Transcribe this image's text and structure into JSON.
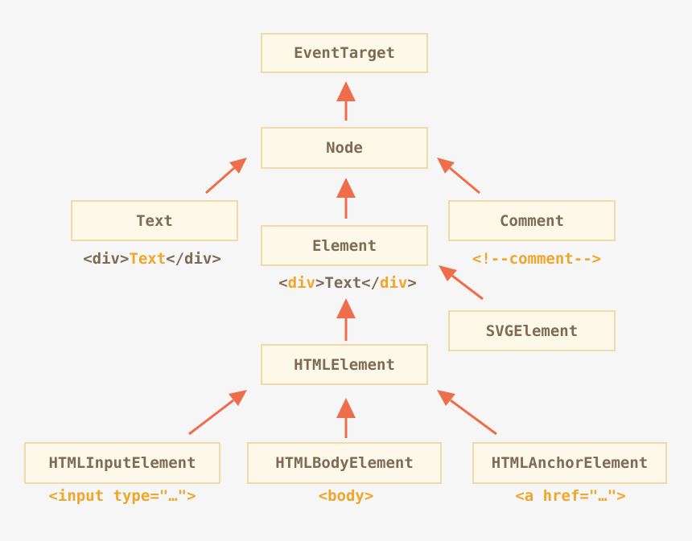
{
  "nodes": {
    "event_target": "EventTarget",
    "node": "Node",
    "text": "Text",
    "element": "Element",
    "comment": "Comment",
    "svg_element": "SVGElement",
    "html_element": "HTMLElement",
    "html_input_element": "HTMLInputElement",
    "html_body_element": "HTMLBodyElement",
    "html_anchor_element": "HTMLAnchorElement"
  },
  "examples": {
    "text": {
      "open": "<div>",
      "highlight": "Text",
      "close": "</div>"
    },
    "element": {
      "p1": "<",
      "p2": "div",
      "p3": ">Text</",
      "p4": "div",
      "p5": ">"
    },
    "comment": "<!--comment-->",
    "html_input": "<input type=\"…\">",
    "html_body": "<body>",
    "html_anchor": "<a href=\"…\">"
  },
  "colors": {
    "background": "#f7f6f6",
    "box_fill": "#fef8e9",
    "box_border": "#f3d8a8",
    "text": "#7e6b55",
    "highlight": "#f0a62a",
    "arrow": "#ee6e4b"
  }
}
